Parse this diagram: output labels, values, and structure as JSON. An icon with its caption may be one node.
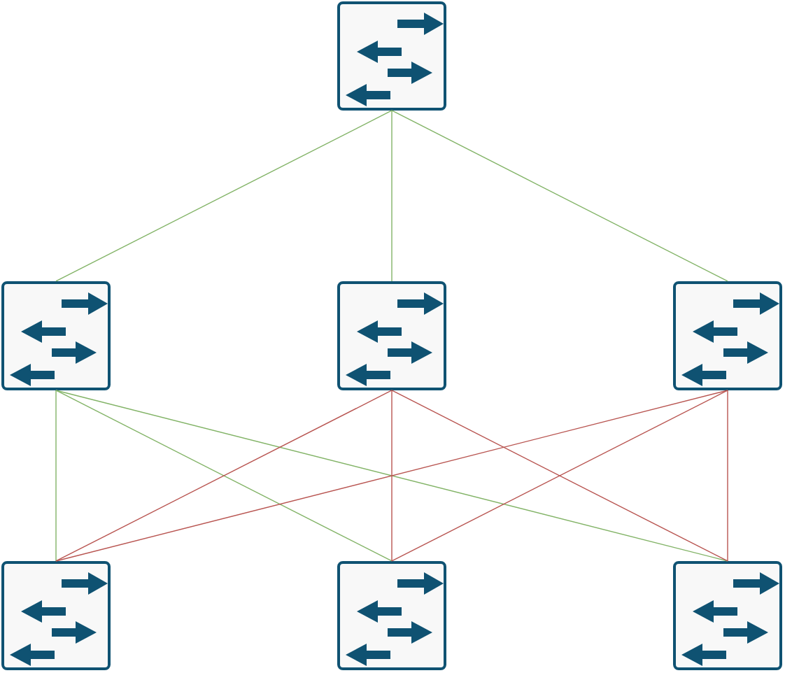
{
  "diagram": {
    "nodes": [
      {
        "text": [],
        "shape": "box"
      },
      {
        "text": [],
        "shape": "box"
      },
      {
        "text": [],
        "shape": "box"
      },
      {
        "text": [],
        "shape": "box"
      },
      {
        "text": [],
        "shape": "box"
      },
      {
        "text": [],
        "shape": "box"
      },
      {
        "text": [],
        "shape": "box"
      }
    ],
    "edges": [
      {
        "from": 0,
        "to": 1,
        "arrow": "none",
        "color": "#82b366"
      },
      {
        "from": 0,
        "to": 2,
        "arrow": "none",
        "color": "#82b366"
      },
      {
        "from": 0,
        "to": 3,
        "arrow": "none",
        "color": "#82b366"
      },
      {
        "from": 1,
        "to": 4,
        "arrow": "none",
        "color": "#82b366"
      },
      {
        "from": 1,
        "to": 5,
        "arrow": "none",
        "color": "#82b366"
      },
      {
        "from": 1,
        "to": 6,
        "arrow": "none",
        "color": "#82b366"
      },
      {
        "from": 2,
        "to": 4,
        "arrow": "none",
        "color": "#b85450"
      },
      {
        "from": 2,
        "to": 5,
        "arrow": "none",
        "color": "#b85450"
      },
      {
        "from": 2,
        "to": 6,
        "arrow": "none",
        "color": "#b85450"
      },
      {
        "from": 3,
        "to": 4,
        "arrow": "none",
        "color": "#b85450"
      },
      {
        "from": 3,
        "to": 5,
        "arrow": "none",
        "color": "#b85450"
      },
      {
        "from": 3,
        "to": 6,
        "arrow": "none",
        "color": "#b85450"
      }
    ]
  }
}
